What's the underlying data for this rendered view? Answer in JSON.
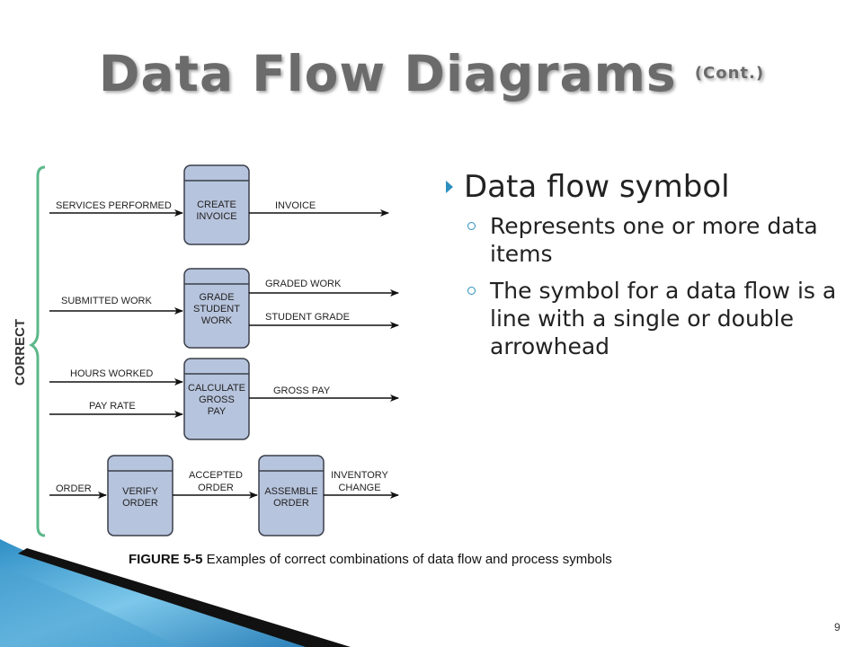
{
  "slide": {
    "title": "Data Flow Diagrams",
    "title_suffix": "(Cont.)",
    "page_number": "9"
  },
  "bullets": {
    "main": "Data flow symbol",
    "items": [
      "Represents one or more data items",
      "The symbol for a data flow is a line with a single or double arrowhead"
    ]
  },
  "figure": {
    "side_label": "CORRECT",
    "caption_figure": "FIGURE 5-5",
    "caption_text": " Examples of correct combinations of data flow and process symbols",
    "processes": [
      {
        "id": "create-invoice",
        "lines": [
          "CREATE",
          "INVOICE"
        ]
      },
      {
        "id": "grade-student-work",
        "lines": [
          "GRADE",
          "STUDENT",
          "WORK"
        ]
      },
      {
        "id": "calculate-gross-pay",
        "lines": [
          "CALCULATE",
          "GROSS",
          "PAY"
        ]
      },
      {
        "id": "verify-order",
        "lines": [
          "VERIFY",
          "ORDER"
        ]
      },
      {
        "id": "assemble-order",
        "lines": [
          "ASSEMBLE",
          "ORDER"
        ]
      }
    ],
    "flows": [
      {
        "id": "services-performed",
        "label": "SERVICES PERFORMED"
      },
      {
        "id": "invoice",
        "label": "INVOICE"
      },
      {
        "id": "submitted-work",
        "label": "SUBMITTED WORK"
      },
      {
        "id": "graded-work",
        "label": "GRADED WORK"
      },
      {
        "id": "student-grade",
        "label": "STUDENT GRADE"
      },
      {
        "id": "hours-worked",
        "label": "HOURS WORKED"
      },
      {
        "id": "pay-rate",
        "label": "PAY RATE"
      },
      {
        "id": "gross-pay",
        "label": "GROSS PAY"
      },
      {
        "id": "order",
        "label": "ORDER"
      },
      {
        "id": "accepted-order",
        "label": "ACCEPTED ORDER"
      },
      {
        "id": "inventory-change",
        "label": "INVENTORY CHANGE"
      }
    ],
    "colors": {
      "process_fill": "#b7c4dd",
      "process_stroke": "#3a3f4a",
      "bracket": "#5cb88a",
      "corner_blue": "#4aa3d1"
    }
  }
}
